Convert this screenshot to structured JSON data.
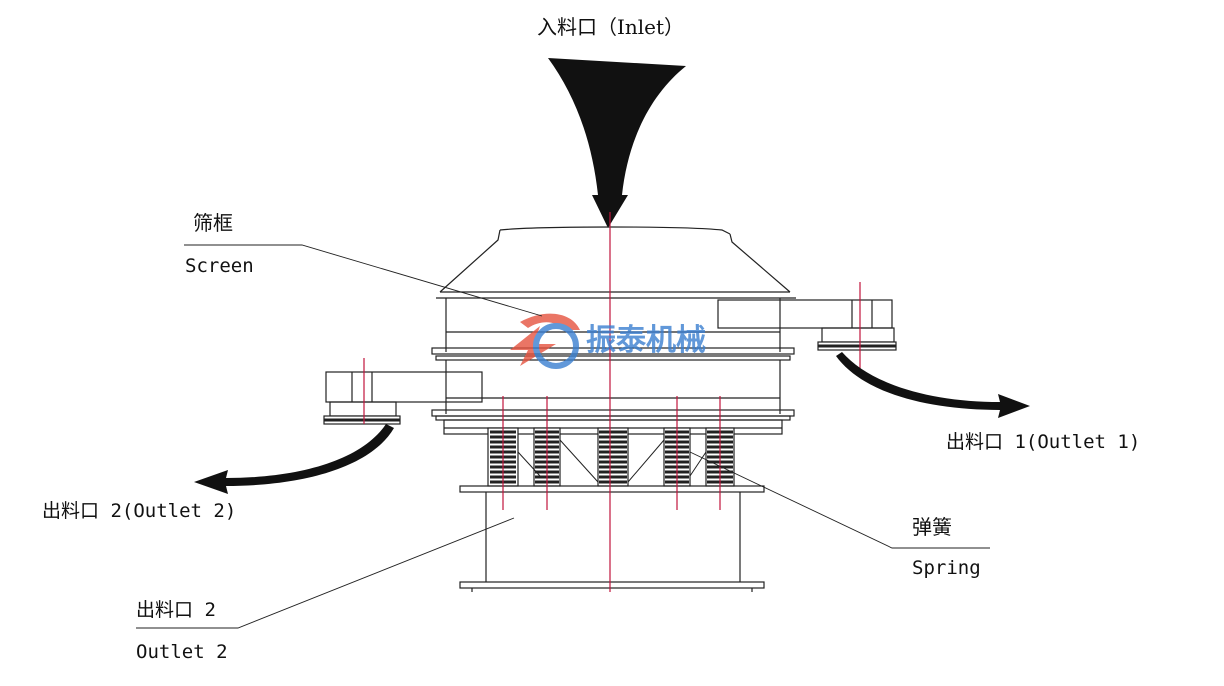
{
  "labels": {
    "inlet": "入料口（Inlet）",
    "screen_cn": "筛框",
    "screen_en": "Screen",
    "outlet1": "出料口 1(Outlet 1)",
    "outlet2_side": "出料口 2(Outlet 2)",
    "spring_cn": "弹簧",
    "spring_en": "Spring",
    "outlet2_bottom_cn": "出料口 2",
    "outlet2_bottom_en": "Outlet 2"
  },
  "watermark": {
    "text": "振泰机械",
    "color_red": "#e5533f",
    "color_blue": "#3a7fd0"
  },
  "colors": {
    "line": "#222222",
    "centerline": "#c0143c",
    "arrow": "#111111"
  }
}
